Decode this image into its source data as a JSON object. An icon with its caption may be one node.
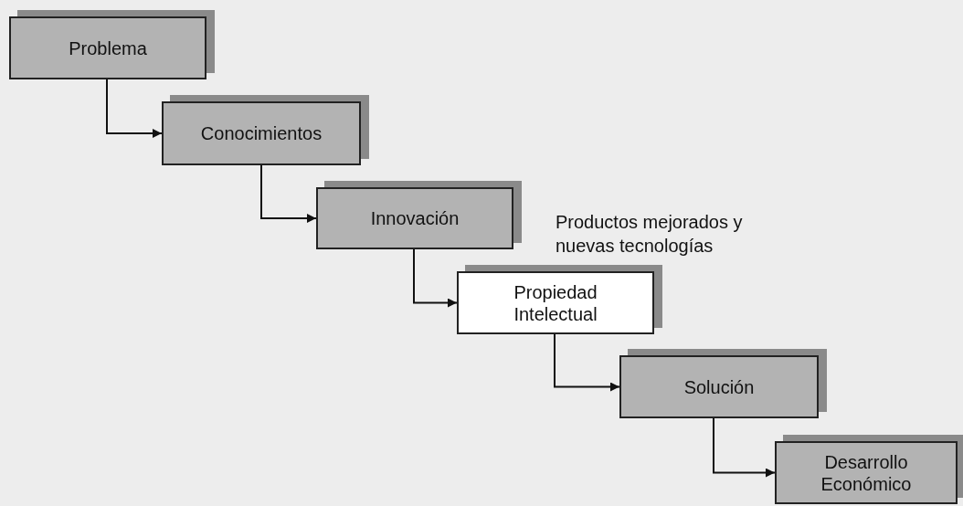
{
  "diagram": {
    "nodes": [
      {
        "text": [
          "Problema"
        ]
      },
      {
        "text": [
          "Conocimientos"
        ]
      },
      {
        "text": [
          "Innovación"
        ]
      },
      {
        "text": [
          "Propiedad Intelectual"
        ]
      },
      {
        "text": [
          "Solución"
        ]
      },
      {
        "text": [
          "Desarrollo Económico"
        ]
      }
    ],
    "edges": [
      {
        "from": 0,
        "to": 1,
        "arrow": "to"
      },
      {
        "from": 1,
        "to": 2,
        "arrow": "to"
      },
      {
        "from": 2,
        "to": 3,
        "arrow": "to"
      },
      {
        "from": 3,
        "to": 4,
        "arrow": "to"
      },
      {
        "from": 4,
        "to": 5,
        "arrow": "to"
      }
    ],
    "labels": [
      "Productos mejorados y nuevas tecnologías"
    ]
  }
}
